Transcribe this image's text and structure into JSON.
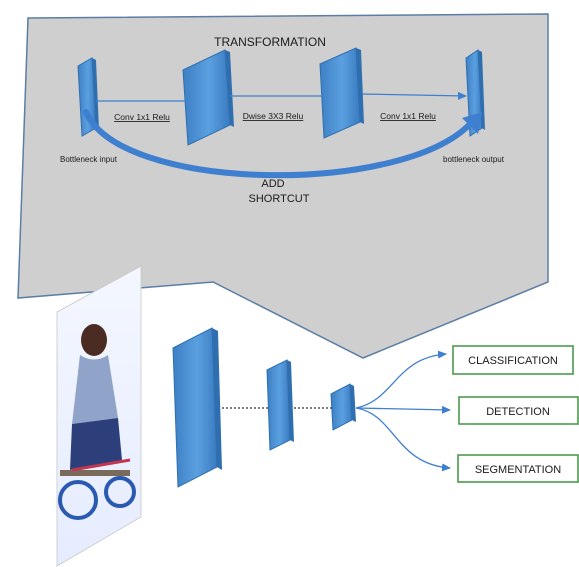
{
  "colors": {
    "panel_fill": "#cfcfcf",
    "panel_border": "#5b7ea6",
    "block": "#4f93d4",
    "block_dark": "#2f6fb0",
    "arrow": "#3f7fcf",
    "box_border": "#4a9a4a"
  },
  "transformation": {
    "title": "TRANSFORMATION",
    "edges": [
      {
        "label": "Conv 1x1 Relu"
      },
      {
        "label": "Dwise 3X3 Relu"
      },
      {
        "label": "Conv 1x1 Relu"
      }
    ],
    "input_label": "Bottleneck input",
    "output_label": "bottleneck output",
    "shortcut_line1": "ADD",
    "shortcut_line2": "SHORTCUT"
  },
  "tasks": [
    {
      "label": "CLASSIFICATION"
    },
    {
      "label": "DETECTION"
    },
    {
      "label": "SEGMENTATION"
    }
  ],
  "input_image": {
    "icon": "person-on-bicycle-photo"
  }
}
